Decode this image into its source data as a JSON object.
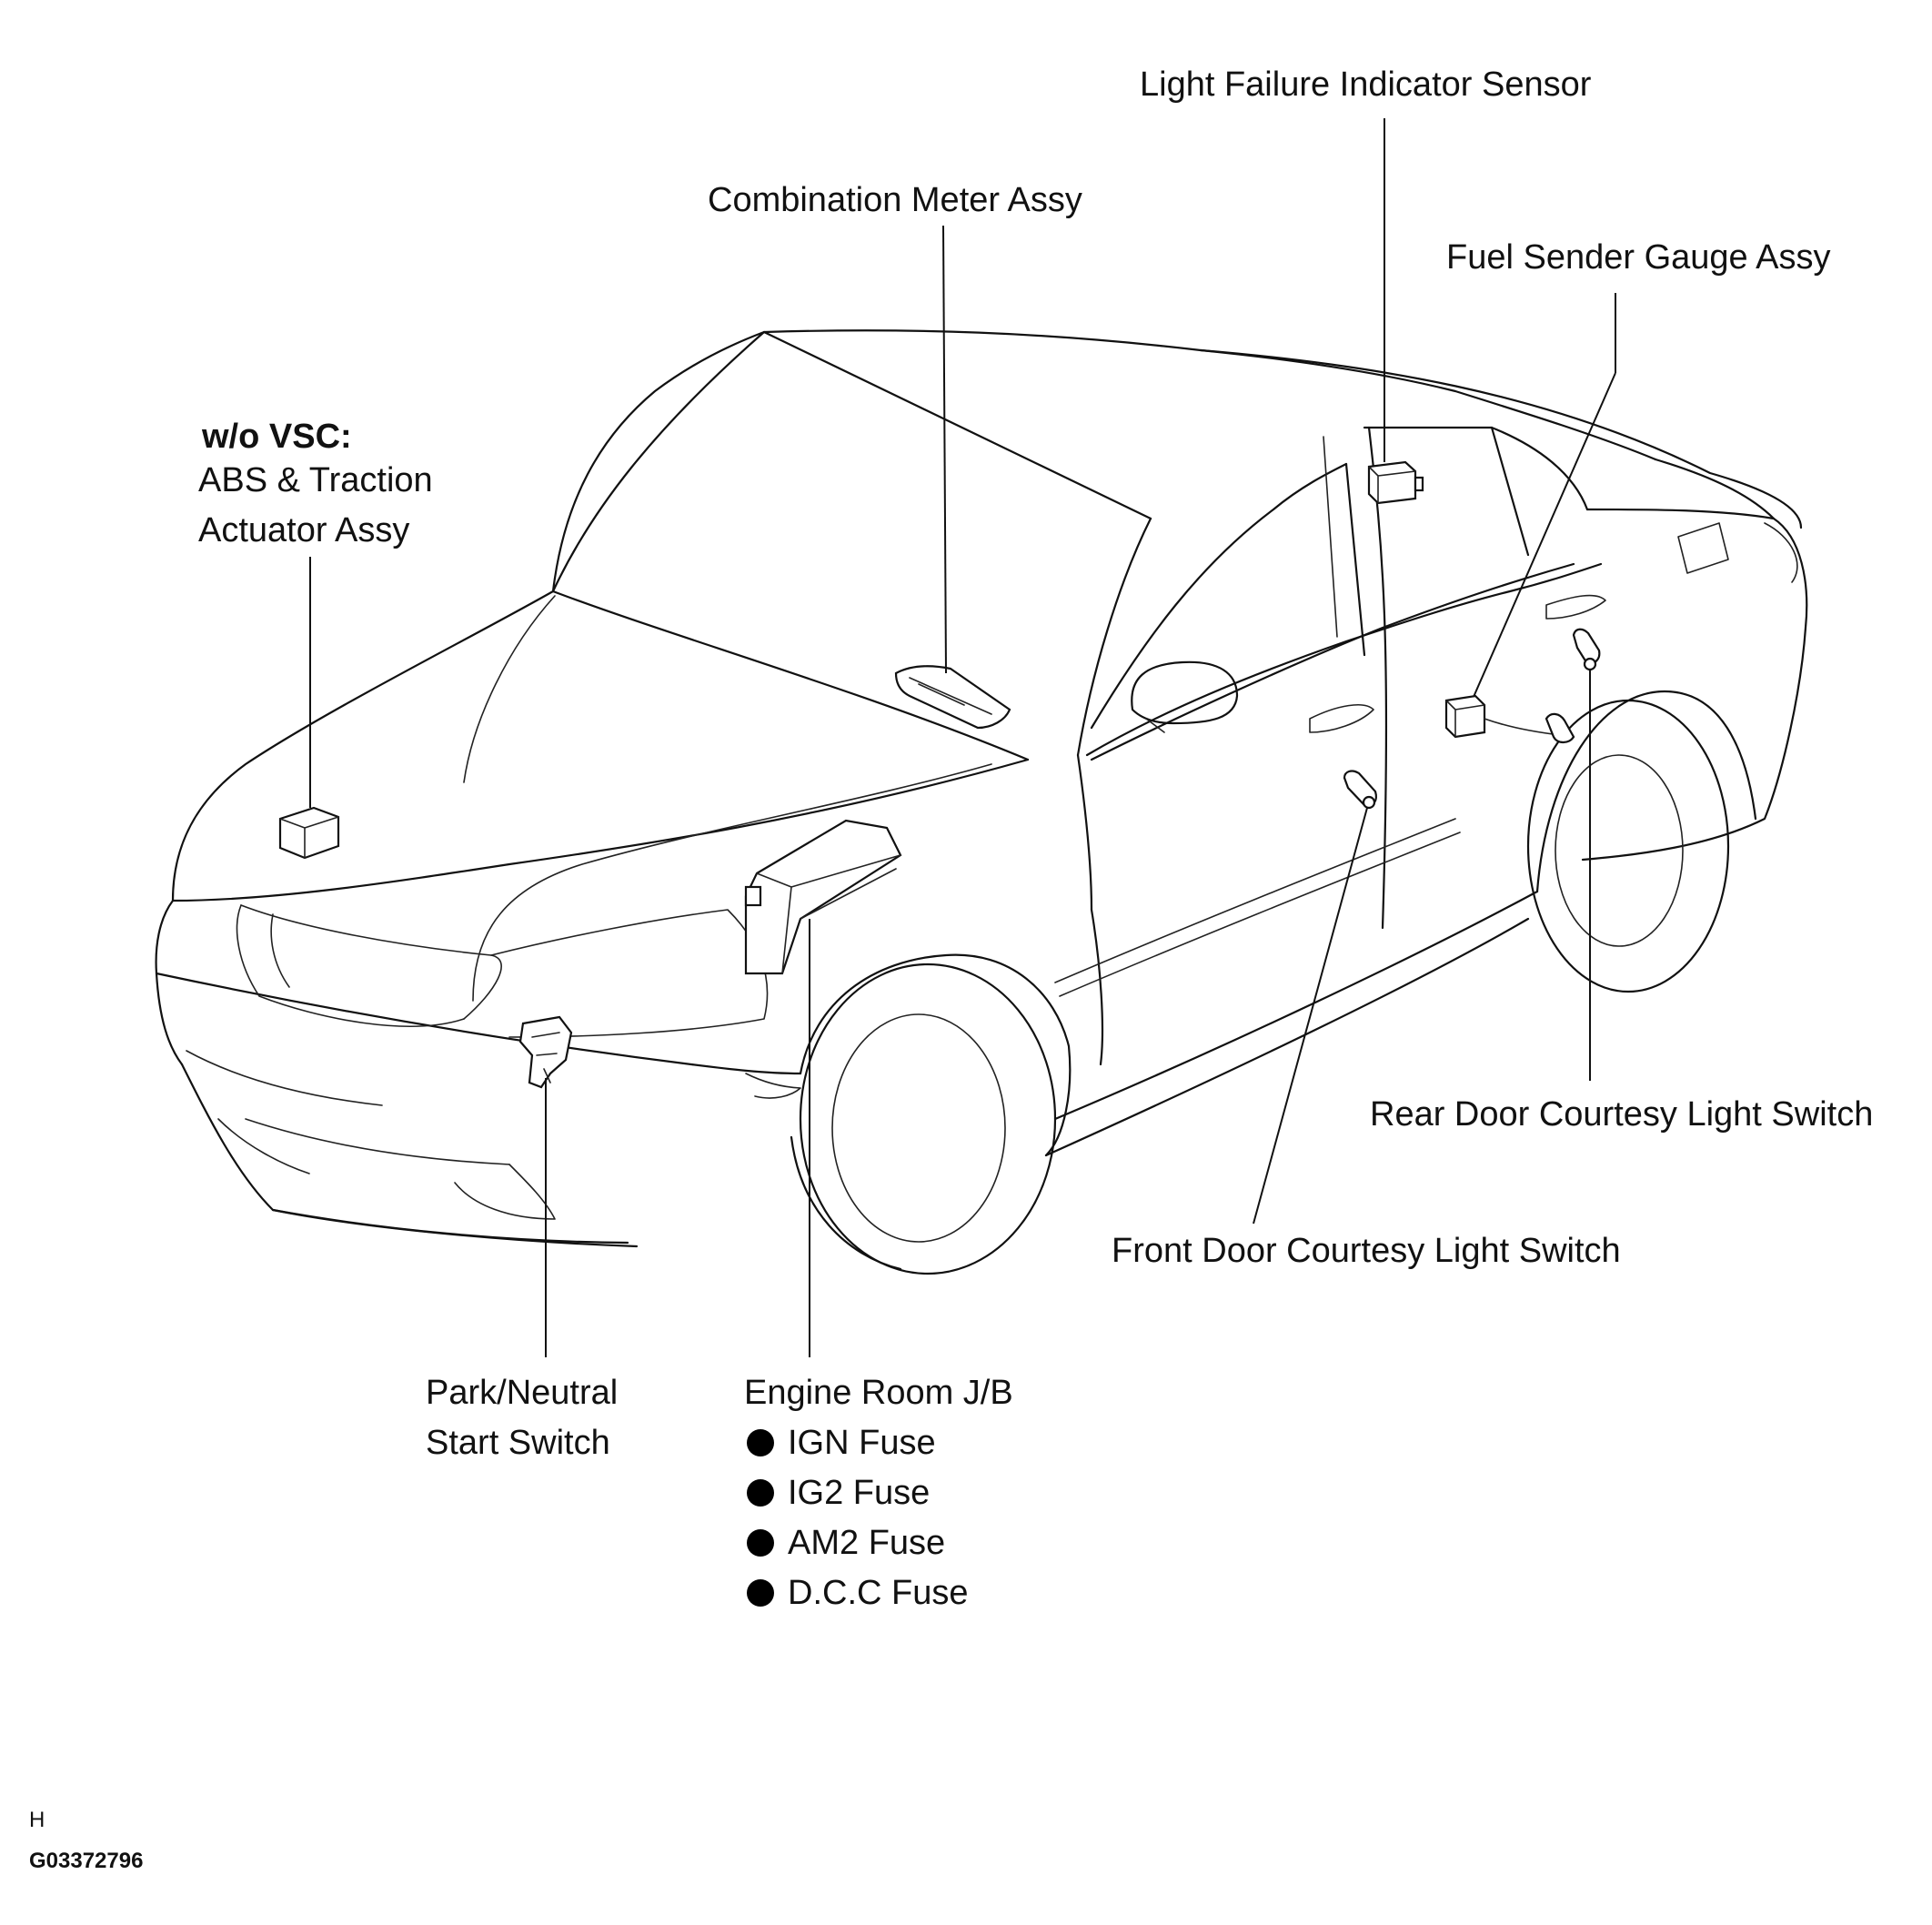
{
  "labels": {
    "light_failure_sensor": "Light Failure Indicator Sensor",
    "combination_meter": "Combination Meter Assy",
    "fuel_sender": "Fuel Sender Gauge Assy",
    "wo_vsc": "w/o VSC:",
    "abs_line1": "ABS & Traction",
    "abs_line2": "Actuator Assy",
    "rear_door_switch": "Rear Door Courtesy Light Switch",
    "front_door_switch": "Front Door Courtesy Light Switch",
    "park_neutral_line1": "Park/Neutral",
    "park_neutral_line2": "Start Switch",
    "engine_room_jb": "Engine Room J/B",
    "fuses": [
      "IGN Fuse",
      "IG2 Fuse",
      "AM2 Fuse",
      "D.C.C Fuse"
    ]
  },
  "corner": {
    "letter": "H",
    "figure_id": "G03372796"
  }
}
